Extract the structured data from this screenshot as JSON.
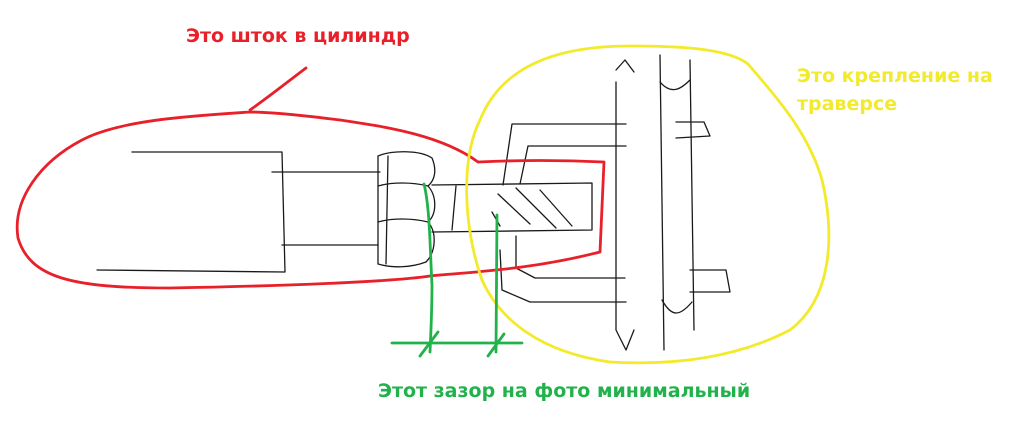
{
  "annotations": {
    "rod": {
      "text": "Это шток в цилиндр",
      "color": "#e8202a"
    },
    "mount_line1": {
      "text": "Это крепление на",
      "color": "#f2ea2b"
    },
    "mount_line2": {
      "text": "траверсе",
      "color": "#f2ea2b"
    },
    "gap": {
      "text": "Этот зазор на фото минимальный",
      "color": "#21b24b"
    }
  },
  "colors": {
    "background": "#ffffff",
    "outline_black": "#1a1a1a"
  }
}
